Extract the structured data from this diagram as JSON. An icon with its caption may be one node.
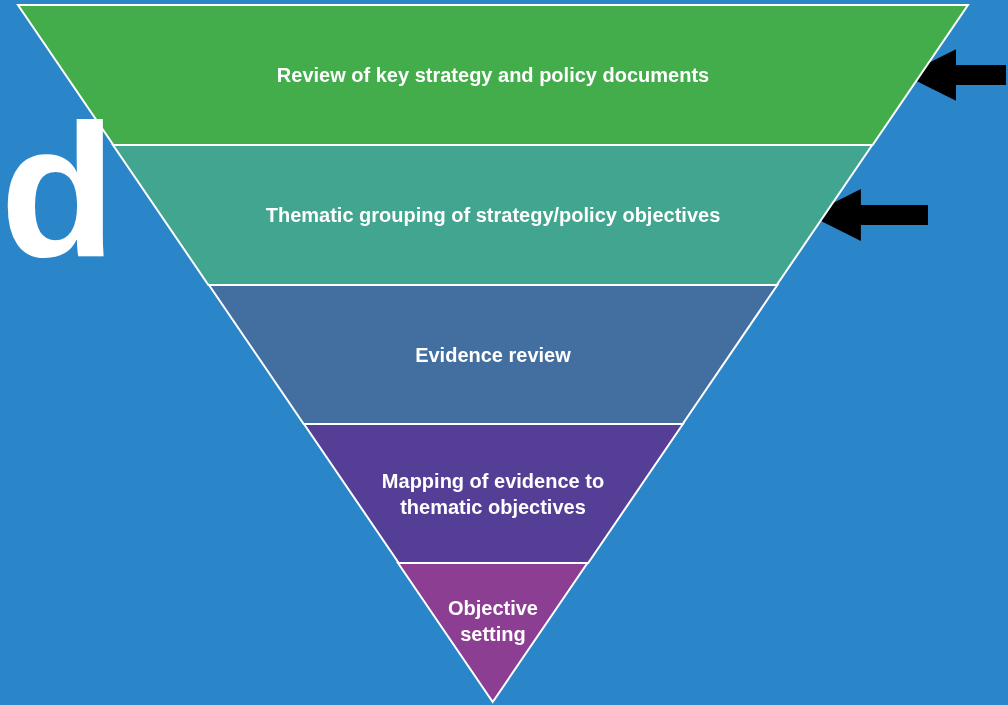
{
  "diagram": {
    "nodes": [
      {
        "text": [
          "Review of key strategy and policy documents"
        ]
      },
      {
        "text": [
          "Thematic grouping of strategy/policy objectives"
        ]
      },
      {
        "text": [
          "Evidence review"
        ]
      },
      {
        "text": [
          "Mapping of evidence to thematic objectives"
        ]
      },
      {
        "text": [
          "Objective setting"
        ]
      }
    ],
    "edges": [
      {
        "from": null,
        "to": 0,
        "arrow": "to"
      },
      {
        "from": null,
        "to": 1,
        "arrow": "to"
      }
    ],
    "labels": [
      "d"
    ]
  }
}
